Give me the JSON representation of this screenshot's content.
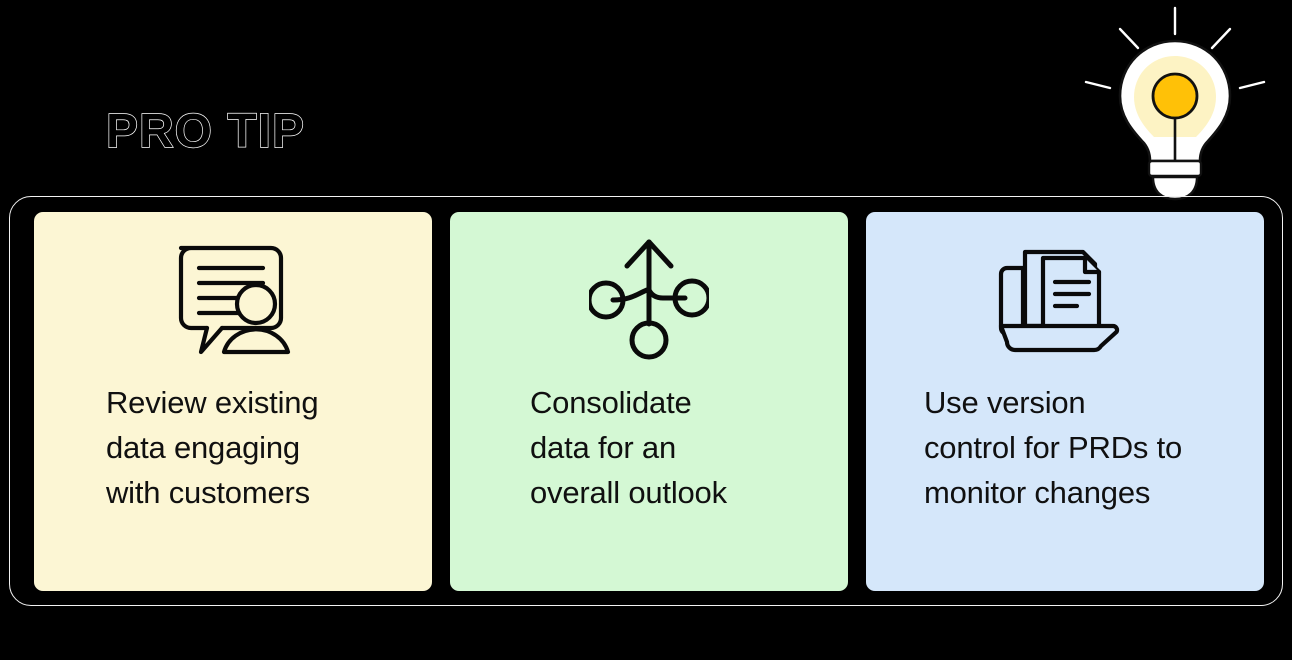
{
  "page": {
    "background_color": "#000000",
    "heading": "PRO TIP",
    "heading_style": "outlined"
  },
  "hero_icon": {
    "name": "lightbulb-icon",
    "glass_color": "#ffffff",
    "glow_color": "#fdf3c4",
    "filament_color": "#ffc107",
    "ray_color": "#ffffff",
    "ray_count": 6
  },
  "container": {
    "border_color": "#f2f2f2",
    "border_radius": "22px"
  },
  "cards": [
    {
      "id": "card-review-data",
      "icon": "chat-person-icon",
      "background_color": "#fcf6d4",
      "text": "Review existing\ndata engaging\nwith customers",
      "text_color": "#101010"
    },
    {
      "id": "card-consolidate-data",
      "icon": "merge-arrow-icon",
      "background_color": "#d4f8d4",
      "text": "Consolidate\ndata for an\noverall outlook",
      "text_color": "#101010"
    },
    {
      "id": "card-version-control",
      "icon": "folder-documents-icon",
      "background_color": "#d5e7fa",
      "text": "Use version\ncontrol for PRDs to\nmonitor changes",
      "text_color": "#101010"
    }
  ]
}
